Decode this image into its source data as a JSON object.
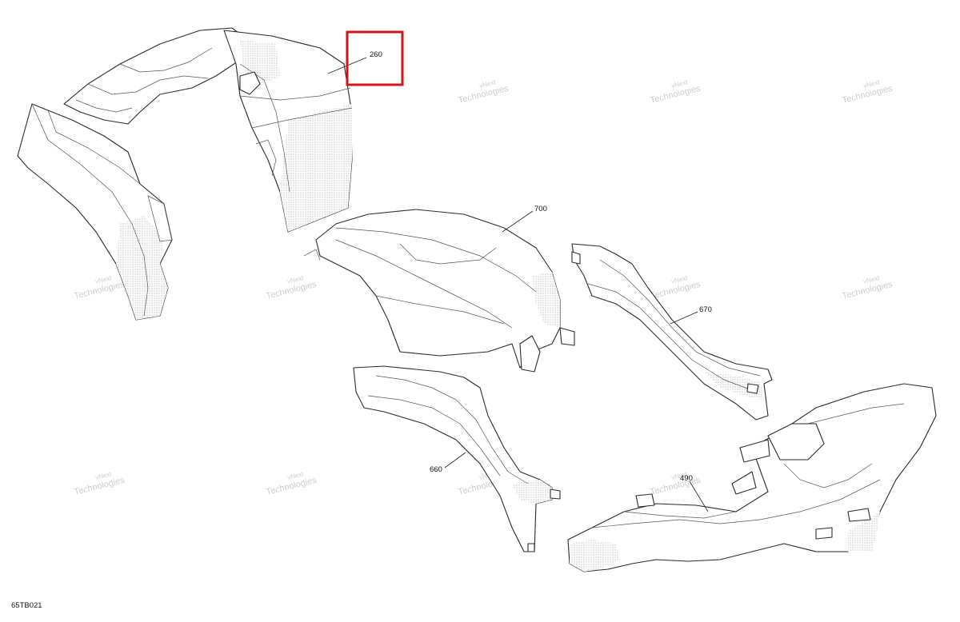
{
  "diagram": {
    "code": "65TB021",
    "callouts": [
      {
        "id": "260",
        "label": "260",
        "highlighted": true
      },
      {
        "id": "700",
        "label": "700"
      },
      {
        "id": "670",
        "label": "670"
      },
      {
        "id": "660",
        "label": "660"
      },
      {
        "id": "490",
        "label": "490"
      }
    ],
    "watermark": {
      "line1": "vNext",
      "line2": "Technologies",
      "full": "vNext Technologies"
    },
    "highlight_color": "#d0161b"
  }
}
